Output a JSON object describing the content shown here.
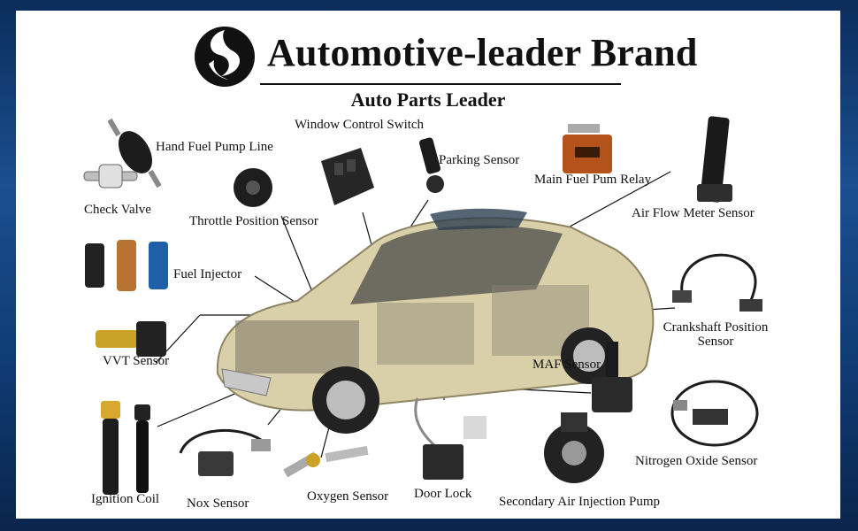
{
  "header": {
    "brand": "Automotive-leader Brand",
    "subtitle": "Auto Parts Leader"
  },
  "labels": {
    "hand_fuel_pump_line": "Hand Fuel Pump Line",
    "window_control_switch": "Window Control Switch",
    "parking_sensor": "Parking Sensor",
    "main_fuel_pump_relay": "Main Fuel Pum Relay",
    "air_flow_meter_sensor": "Air Flow Meter Sensor",
    "check_valve": "Check Valve",
    "throttle_position_sensor": "Throttle Position Sensor",
    "fuel_injector": "Fuel Injector",
    "crankshaft_position_sensor_line1": "Crankshaft Position",
    "crankshaft_position_sensor_line2": "Sensor",
    "vvt_sensor": "VVT Sensor",
    "maf_sensor": "MAF Sensor",
    "nitrogen_oxide_sensor": "Nitrogen Oxide Sensor",
    "ignition_coil": "Ignition Coil",
    "nox_sensor": "Nox Sensor",
    "oxygen_sensor": "Oxygen Sensor",
    "door_lock": "Door Lock",
    "secondary_air_injection_pump": "Secondary Air Injection Pump"
  },
  "colors": {
    "background": "#0f3a72",
    "card": "#ffffff",
    "text": "#111111",
    "car_body": "#d9cfa8",
    "relay_orange": "#b4521c"
  },
  "icons": [
    "brand-logo-icon"
  ]
}
